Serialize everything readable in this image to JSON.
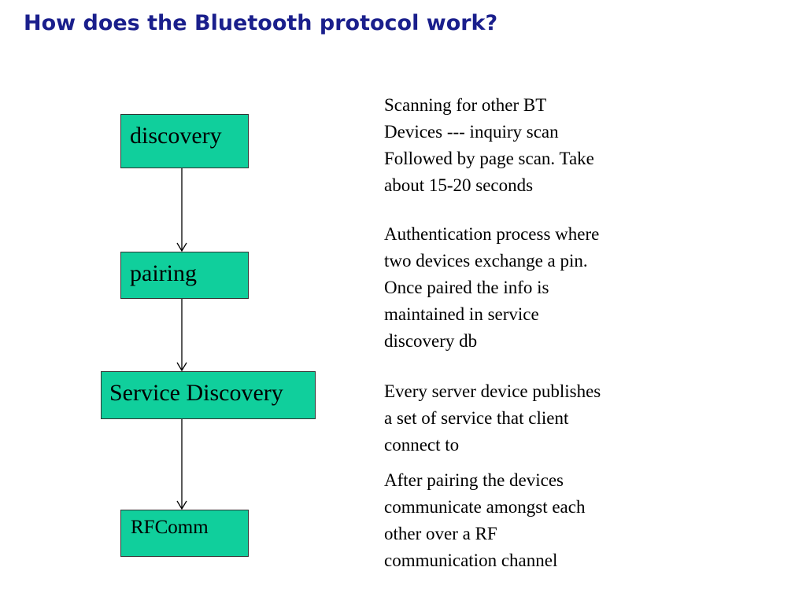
{
  "title": "How does the Bluetooth protocol work?",
  "colors": {
    "title": "#1a1f8c",
    "box_fill": "#10cf9c",
    "box_border": "#333333",
    "connector": "#000000"
  },
  "flow": {
    "steps": [
      {
        "label": "discovery"
      },
      {
        "label": "pairing"
      },
      {
        "label": "Service Discovery"
      },
      {
        "label": "RFComm"
      }
    ]
  },
  "descriptions": [
    "Scanning for other BT\nDevices --- inquiry scan\nFollowed by page scan. Take\nabout 15-20 seconds",
    "Authentication process where\ntwo devices exchange a pin.\nOnce paired the info is\nmaintained in service\ndiscovery db",
    "Every server device publishes\na set of service that client\nconnect to",
    "After pairing the devices\ncommunicate amongst each\nother over a RF\ncommunication channel"
  ]
}
